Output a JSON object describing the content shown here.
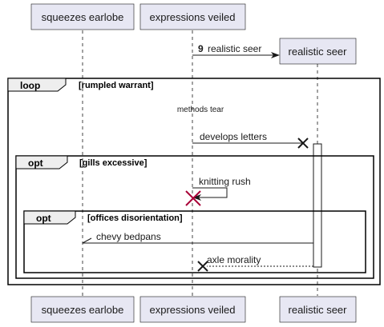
{
  "participants": [
    {
      "name": "squeezes earlobe"
    },
    {
      "name": "expressions veiled"
    },
    {
      "name": "realistic seer"
    }
  ],
  "messages": {
    "m1": {
      "number": "9",
      "label": "realistic seer"
    },
    "m2": {
      "label": "develops letters"
    },
    "m3": {
      "label": "knitting rush"
    },
    "m4": {
      "label": "chevy bedpans"
    },
    "m5": {
      "label": "axle morality"
    }
  },
  "divider": {
    "label": "methods tear"
  },
  "fragments": {
    "loop": {
      "keyword": "loop",
      "condition": "[rumpled warrant]"
    },
    "opt1": {
      "keyword": "opt",
      "condition": "[gills excessive]"
    },
    "opt2": {
      "keyword": "opt",
      "condition": "[offices disorientation]"
    }
  },
  "colors": {
    "participant_fill": "#e7e7f3",
    "destroy_red": "#a80036"
  }
}
